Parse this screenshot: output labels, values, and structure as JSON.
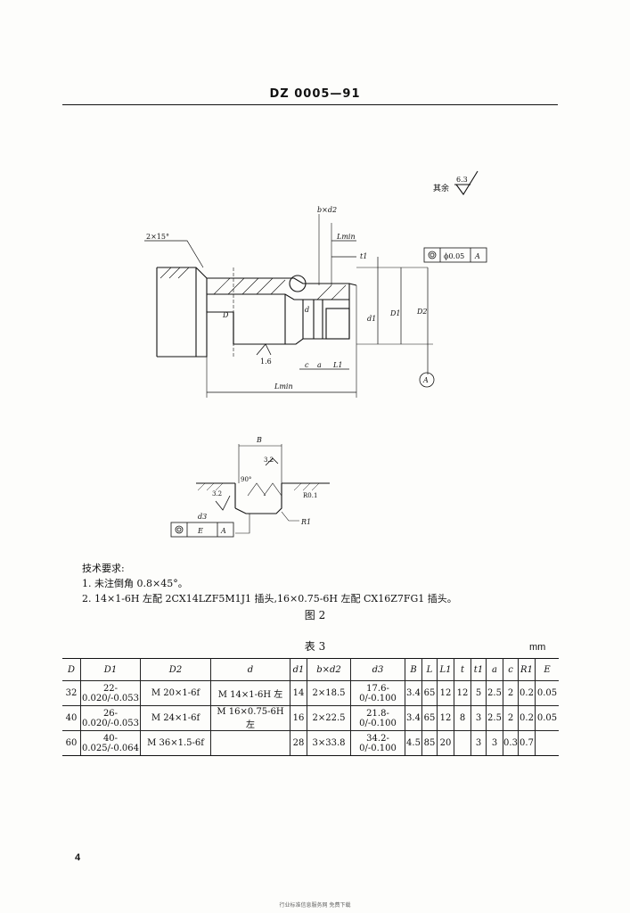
{
  "header": {
    "standard_code": "DZ 0005—91"
  },
  "drawing": {
    "chamfer_label": "2×15°",
    "surface_finish_rest_label": "其余",
    "surface_finish_rest_value": "6.3",
    "thread_callout": "b×d2",
    "lmin_label": "Lmin",
    "t1_label": "t1",
    "concentricity_tolerance": "ϕ0.05",
    "datum_ref": "A",
    "dim_D": "D",
    "dim_d": "d",
    "dim_d1": "d1",
    "dim_D1": "D1",
    "dim_D2": "D2",
    "finish_bottom": "1.6",
    "dim_c": "c",
    "dim_a": "a",
    "dim_L1": "L1",
    "dim_Lmin": "Lmin",
    "datum_bubble": "A",
    "detail_B": "B",
    "detail_finish_top": "3.2",
    "detail_angle": "90°",
    "detail_R01": "R0.1",
    "detail_finish_left": "3.2",
    "detail_d3": "d3",
    "detail_R1": "R1",
    "detail_tolerance_E": "E",
    "detail_datum_A": "A"
  },
  "notes": {
    "heading": "技术要求:",
    "item1": "1. 未注倒角 0.8×45°。",
    "item2": "2. 14×1-6H 左配 2CX14LZF5M1J1 插头,16×0.75-6H 左配 CX16Z7FG1 插头。"
  },
  "figure_caption": "图 2",
  "table": {
    "title": "表 3",
    "unit": "mm",
    "headers": [
      "D",
      "D1",
      "D2",
      "d",
      "d1",
      "b×d2",
      "d3",
      "B",
      "L",
      "L1",
      "t",
      "t1",
      "a",
      "c",
      "R1",
      "E"
    ],
    "rows": [
      [
        "32",
        "22-0.020/-0.053",
        "M 20×1-6f",
        "M 14×1-6H 左",
        "14",
        "2×18.5",
        "17.6-0/-0.100",
        "3.4",
        "65",
        "12",
        "12",
        "5",
        "2.5",
        "2",
        "0.2",
        "0.05"
      ],
      [
        "40",
        "26-0.020/-0.053",
        "M 24×1-6f",
        "M 16×0.75-6H 左",
        "16",
        "2×22.5",
        "21.8-0/-0.100",
        "3.4",
        "65",
        "12",
        "8",
        "3",
        "2.5",
        "2",
        "0.2",
        "0.05"
      ],
      [
        "60",
        "40-0.025/-0.064",
        "M 36×1.5-6f",
        "",
        "28",
        "3×33.8",
        "34.2-0/-0.100",
        "4.5",
        "85",
        "20",
        "",
        "3",
        "3",
        "0.3",
        "0.7",
        ""
      ]
    ]
  },
  "page_number": "4",
  "footer_scan": "行业标准信息服务网 免费下载"
}
